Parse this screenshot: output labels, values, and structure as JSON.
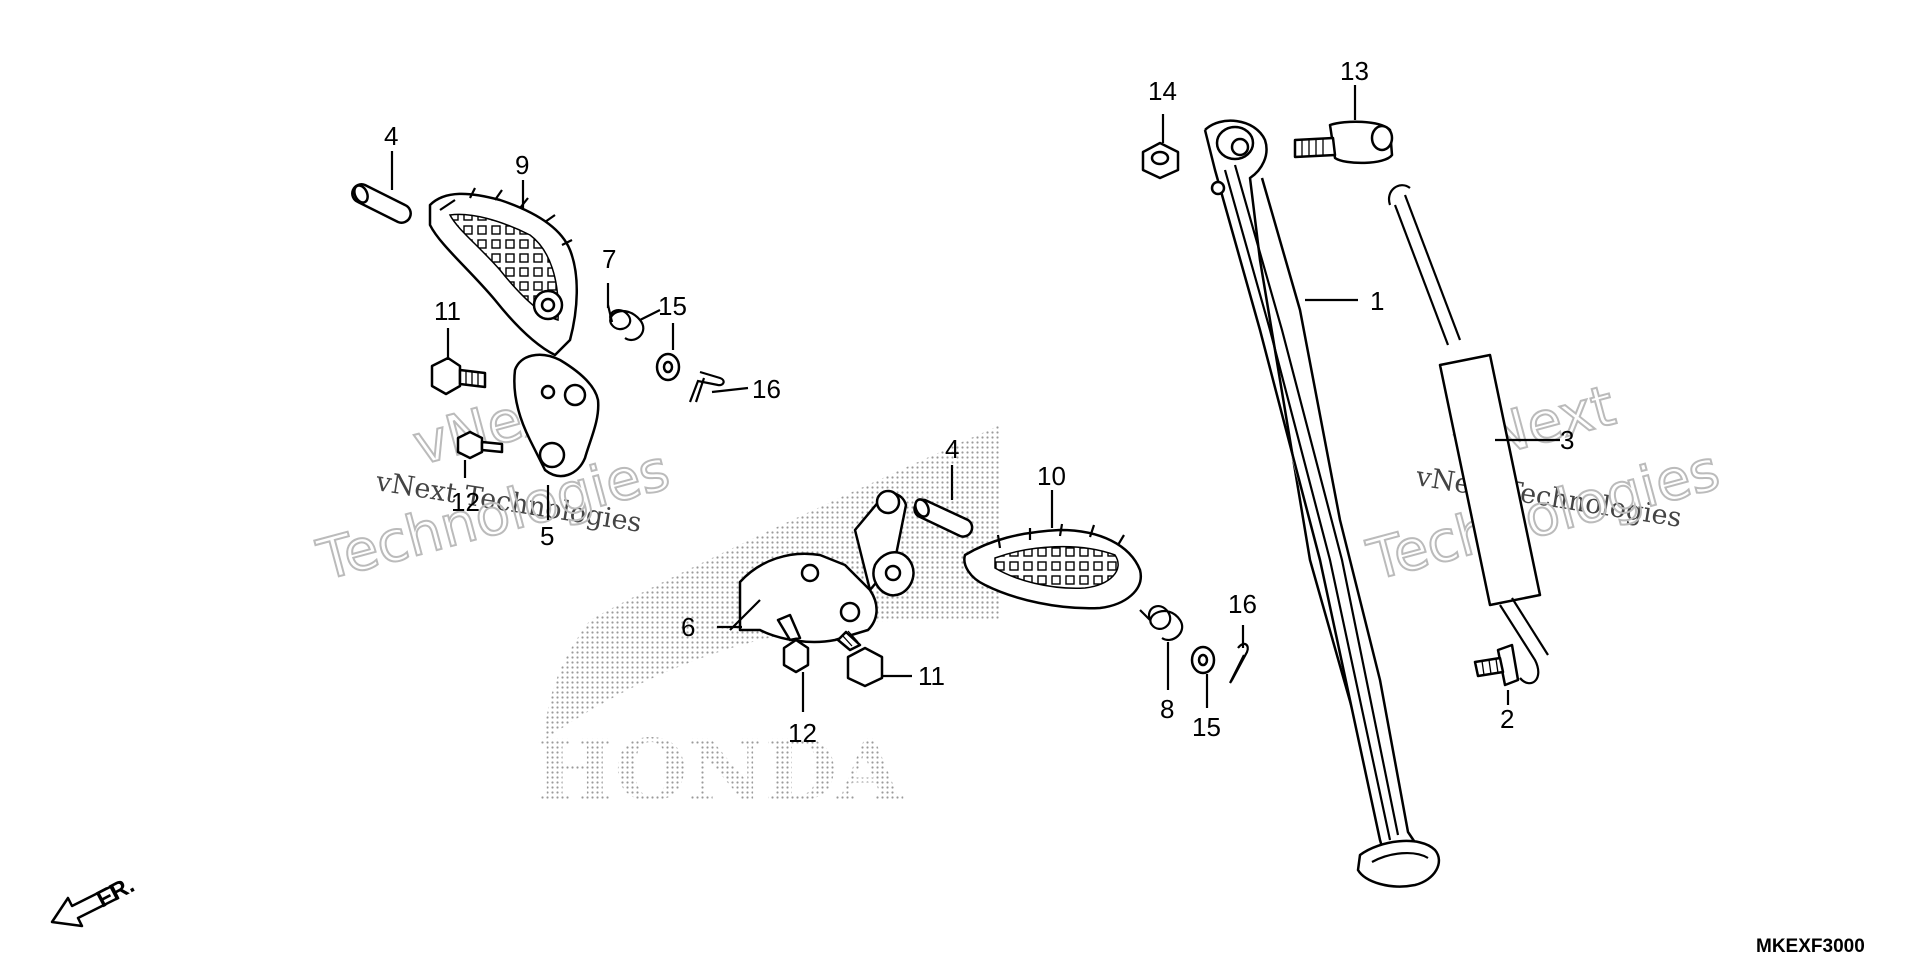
{
  "diagram": {
    "drawing_code": "MKEXF3000",
    "front_label": "FR.",
    "brand_watermark": "HONDA",
    "watermark": {
      "line1": "vNext Technologies",
      "line2a": "vNext",
      "line2b": "Technologies"
    },
    "callouts": [
      {
        "id": "c1",
        "number": "1"
      },
      {
        "id": "c2",
        "number": "2"
      },
      {
        "id": "c3",
        "number": "3"
      },
      {
        "id": "c4a",
        "number": "4"
      },
      {
        "id": "c4b",
        "number": "4"
      },
      {
        "id": "c5",
        "number": "5"
      },
      {
        "id": "c6",
        "number": "6"
      },
      {
        "id": "c7",
        "number": "7"
      },
      {
        "id": "c8",
        "number": "8"
      },
      {
        "id": "c9",
        "number": "9"
      },
      {
        "id": "c10",
        "number": "10"
      },
      {
        "id": "c11a",
        "number": "11"
      },
      {
        "id": "c11b",
        "number": "11"
      },
      {
        "id": "c12a",
        "number": "12"
      },
      {
        "id": "c12b",
        "number": "12"
      },
      {
        "id": "c13",
        "number": "13"
      },
      {
        "id": "c14",
        "number": "14"
      },
      {
        "id": "c15a",
        "number": "15"
      },
      {
        "id": "c15b",
        "number": "15"
      },
      {
        "id": "c16a",
        "number": "16"
      },
      {
        "id": "c16b",
        "number": "16"
      }
    ]
  }
}
